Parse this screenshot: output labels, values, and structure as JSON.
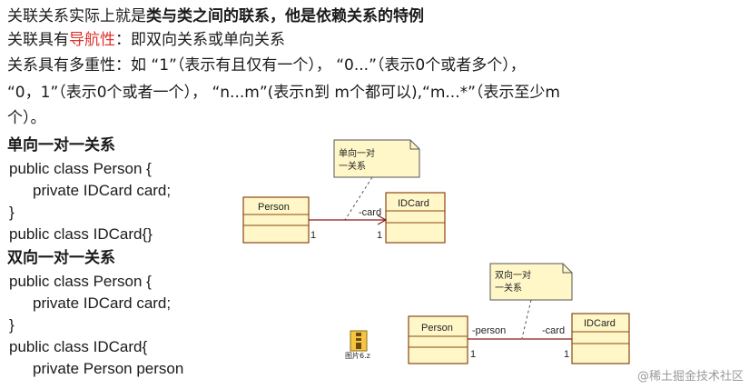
{
  "text": {
    "line1_a": "关联关系实际上就是",
    "line1_b": "类与类之间的联系，他是依赖关系的特例",
    "line2_a": "关联具有",
    "line2_b": "导航性",
    "line2_c": "：即双向关系或单向关系",
    "line3": "关系具有多重性：如 “1”（表示有且仅有一个），  “0...”（表示0个或者多个），",
    "line4": " “0，1”（表示0个或者一个），  “n...m”(表示n到  m个都可以),“m...*”（表示至少m",
    "line5": "个）。"
  },
  "sections": {
    "one_way_heading": "单向一对一关系",
    "one_way_code": [
      "public class Person {",
      "private IDCard card;",
      "}",
      "public class IDCard{}"
    ],
    "two_way_heading": "双向一对一关系",
    "two_way_code": [
      "public class Person {",
      "private IDCard card;",
      "}",
      "public class IDCard{",
      "private Person person"
    ]
  },
  "diagram1": {
    "note": [
      "单向一对",
      "一关系"
    ],
    "class_a": "Person",
    "class_b": "IDCard",
    "role": "-card",
    "mult_a": "1",
    "mult_b": "1"
  },
  "diagram2": {
    "note": [
      "双向一对",
      "一关系"
    ],
    "class_a": "Person",
    "class_b": "IDCard",
    "role_a": "-person",
    "role_b": "-card",
    "mult_a": "1",
    "mult_b": "1"
  },
  "file": {
    "label": "图片6.z"
  },
  "watermark": "@稀土掘金技术社区"
}
